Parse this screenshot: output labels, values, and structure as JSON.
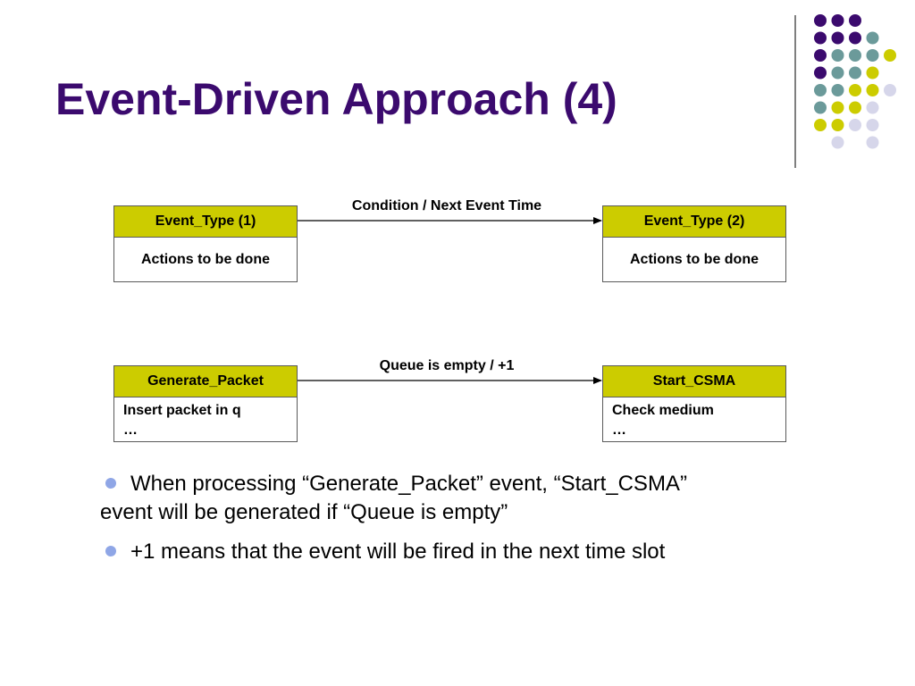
{
  "slide": {
    "title": "Event-Driven Approach (4)"
  },
  "colors": {
    "title": "#3b0a6e",
    "box_header": "#cccc00",
    "dot_purple": "#3b0a6e",
    "dot_teal": "#6b9a9a",
    "dot_yellow": "#cccc00",
    "dot_lavender": "#d6d6ea",
    "bullet": "#8fa6e6"
  },
  "decoration": {
    "dot_grid": [
      [
        "purple",
        "purple",
        "purple",
        "",
        ""
      ],
      [
        "purple",
        "purple",
        "purple",
        "teal",
        ""
      ],
      [
        "purple",
        "teal",
        "teal",
        "teal",
        "yellow"
      ],
      [
        "purple",
        "teal",
        "teal",
        "yellow",
        ""
      ],
      [
        "teal",
        "teal",
        "yellow",
        "yellow",
        "lavender"
      ],
      [
        "teal",
        "yellow",
        "yellow",
        "lavender",
        ""
      ],
      [
        "yellow",
        "yellow",
        "lavender",
        "lavender",
        ""
      ],
      [
        "",
        "lavender",
        "",
        "lavender",
        ""
      ]
    ]
  },
  "diagram": {
    "top": {
      "edge_label": "Condition / Next Event Time",
      "left_box": {
        "header": "Event_Type (1)",
        "body": [
          "Actions to be done"
        ]
      },
      "right_box": {
        "header": "Event_Type (2)",
        "body": [
          "Actions to be done"
        ]
      }
    },
    "bottom": {
      "edge_label": "Queue is empty / +1",
      "left_box": {
        "header": "Generate_Packet",
        "body": [
          "Insert packet in q",
          "…"
        ]
      },
      "right_box": {
        "header": "Start_CSMA",
        "body": [
          "Check medium",
          "…"
        ]
      }
    }
  },
  "bullets": [
    "When processing “Generate_Packet” event, “Start_CSMA” event will be generated if “Queue is empty”",
    "+1 means that the event will be fired in the next time slot"
  ]
}
